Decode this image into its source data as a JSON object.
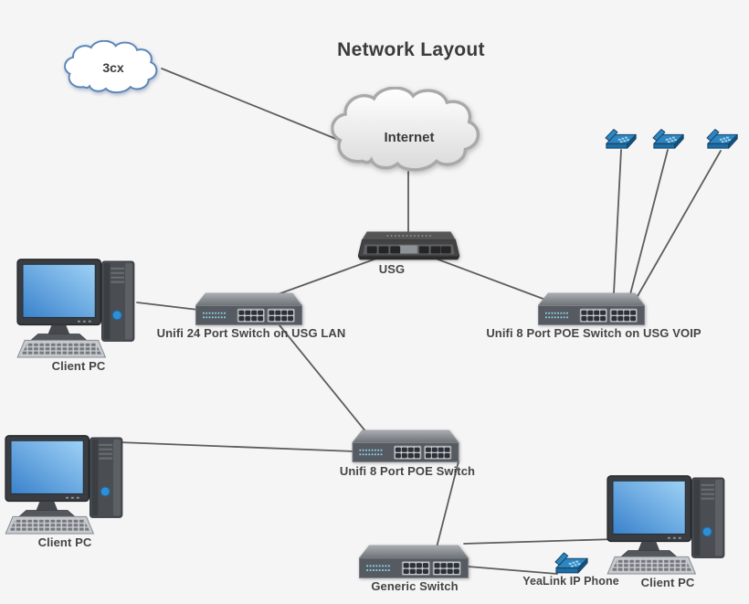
{
  "title": "Network Layout",
  "background": "#f5f5f6",
  "colors": {
    "connection_line": "#5d5d5d",
    "label_text": "#454545",
    "cloud_border_blue": "#5b87b8",
    "cloud_border_gray": "#a9a9a9",
    "phone_blue": "#2e85c0",
    "pc_screen_blue": "#63a9e6",
    "switch_body_gray": "#565b62"
  },
  "nodes": {
    "cloud_3cx": {
      "label": "3cx",
      "type": "cloud"
    },
    "cloud_internet": {
      "label": "Internet",
      "type": "cloud"
    },
    "usg": {
      "label": "USG",
      "type": "router"
    },
    "switch_lan": {
      "label": "Unifi 24 Port Switch on USG LAN",
      "type": "switch"
    },
    "switch_voip": {
      "label": "Unifi 8 Port POE Switch on USG VOIP",
      "type": "switch"
    },
    "switch_poe": {
      "label": "Unifi 8 Port POE Switch",
      "type": "switch"
    },
    "switch_generic": {
      "label": "Generic Switch",
      "type": "switch"
    },
    "pc_top_left": {
      "label": "Client PC",
      "type": "desktop-pc"
    },
    "pc_bottom_left": {
      "label": "Client PC",
      "type": "desktop-pc"
    },
    "pc_bottom_right": {
      "label": "Client PC",
      "type": "desktop-pc"
    },
    "phone_yealink": {
      "label": "YeaLink IP Phone",
      "type": "ip-phone"
    },
    "ip_phones_top_right": {
      "count": 3,
      "type": "ip-phone"
    }
  },
  "edges": [
    {
      "from": "3cx",
      "to": "Internet"
    },
    {
      "from": "Internet",
      "to": "USG"
    },
    {
      "from": "USG",
      "to": "Unifi 24 Port Switch on USG LAN"
    },
    {
      "from": "USG",
      "to": "Unifi 8 Port POE Switch on USG VOIP"
    },
    {
      "from": "Unifi 24 Port Switch on USG LAN",
      "to": "Client PC (top left)"
    },
    {
      "from": "Unifi 24 Port Switch on USG LAN",
      "to": "Unifi 8 Port POE Switch"
    },
    {
      "from": "Unifi 8 Port POE Switch",
      "to": "Client PC (bottom left)"
    },
    {
      "from": "Unifi 8 Port POE Switch",
      "to": "Generic Switch"
    },
    {
      "from": "Generic Switch",
      "to": "Client PC (bottom right)"
    },
    {
      "from": "Generic Switch",
      "to": "YeaLink IP Phone"
    },
    {
      "from": "IP Phone 1",
      "to": "Unifi 8 Port POE Switch on USG VOIP"
    },
    {
      "from": "IP Phone 2",
      "to": "Unifi 8 Port POE Switch on USG VOIP"
    },
    {
      "from": "IP Phone 3",
      "to": "Unifi 8 Port POE Switch on USG VOIP"
    }
  ]
}
